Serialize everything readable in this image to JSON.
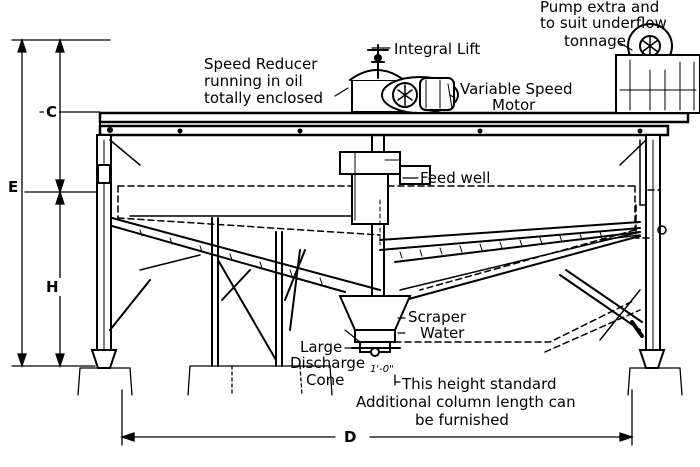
{
  "labels": {
    "pump_line1": "Pump extra and",
    "pump_line2": "to suit underflow",
    "pump_line3": "tonnage",
    "integral_lift": "Integral Lift",
    "speed_reducer_line1": "Speed Reducer",
    "speed_reducer_line2": "running in oil",
    "speed_reducer_line3": "totally enclosed",
    "variable_speed_line1": "Variable Speed",
    "variable_speed_line2": "Motor",
    "feed_well": "Feed well",
    "scraper": "Scraper",
    "water": "Water",
    "large_discharge_line1": "Large",
    "large_discharge_line2": "Discharge",
    "large_discharge_line3": "Cone",
    "one_foot": "1'-0\"",
    "height_note_line1": "This height standard",
    "height_note_line2": "Additional column length can",
    "height_note_line3": "be furnished"
  },
  "dimensions": {
    "c": "C",
    "e": "E",
    "h": "H",
    "d": "D"
  }
}
